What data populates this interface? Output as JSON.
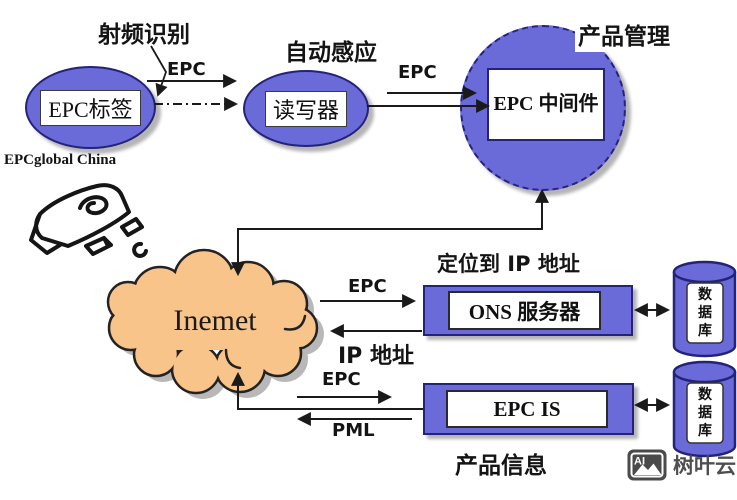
{
  "colors": {
    "node_fill": "#6a6ad8",
    "node_border": "#23237a",
    "cloud_fill": "#f9c489",
    "line_color": "#1a1a1a",
    "watermark_color": "#4f4f4f"
  },
  "annotations": {
    "rfid": "射频识别",
    "auto_sense": "自动感应",
    "product_management": "产品管理",
    "epcglobal_china": "EPCglobal China",
    "locate_ip": "定位到 IP 地址",
    "ip_address": "IP 地址",
    "pml": "PML",
    "product_info": "产品信息"
  },
  "edge_labels": {
    "tag_to_reader": "EPC",
    "reader_to_middleware": "EPC",
    "cloud_to_ons": "EPC",
    "cloud_to_epcis": "EPC"
  },
  "nodes": {
    "epc_tag": "EPC标签",
    "reader": "读写器",
    "middleware": "EPC 中间件",
    "internet": "Inemet",
    "ons_server": "ONS 服务器",
    "epc_is": "EPC IS",
    "database_top": "数据库",
    "database_bottom": "数据库"
  },
  "watermark": {
    "icon_label": "AI",
    "brand": "树叶云"
  }
}
